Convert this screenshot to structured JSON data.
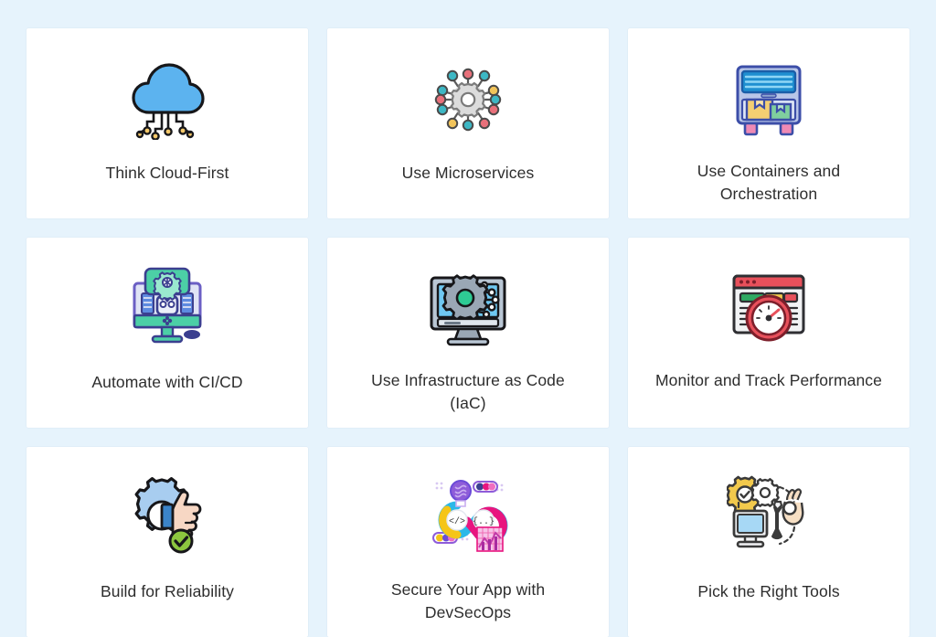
{
  "page": {
    "background_color": "#e6f3fc",
    "card_background_color": "#ffffff",
    "text_color": "#2d2d2d",
    "columns": 3,
    "rows": 3
  },
  "cards": [
    {
      "id": "think-cloud-first",
      "label": "Think Cloud-First",
      "icon": "cloud-network-icon",
      "icon_colors": [
        "#5cb3ef",
        "#1b1b1b",
        "#f5c96b"
      ]
    },
    {
      "id": "use-microservices",
      "label": "Use Microservices",
      "icon": "microservices-gear-nodes-icon",
      "icon_colors": [
        "#dcdcdc",
        "#3db7c4",
        "#e8707a",
        "#f2c45a",
        "#5b5b5b"
      ]
    },
    {
      "id": "use-containers-and-orchestration",
      "label": "Use Containers and Orchestration",
      "icon": "shipping-container-boxes-icon",
      "icon_colors": [
        "#1e8fd0",
        "#f4cf72",
        "#7fcf9e",
        "#ef8ab5",
        "#b9c6e8"
      ]
    },
    {
      "id": "automate-with-ci-cd",
      "label": "Automate with CI/CD",
      "icon": "robot-monitor-automation-icon",
      "icon_colors": [
        "#4ccfa6",
        "#6b5fc4",
        "#dfe3f5",
        "#3b3f8f"
      ]
    },
    {
      "id": "use-infrastructure-as-code",
      "label": "Use Infrastructure as Code (IaC)",
      "icon": "monitor-gear-circuit-icon",
      "icon_colors": [
        "#6fc8f2",
        "#9aa7b5",
        "#2ecb94",
        "#1b1b1b"
      ]
    },
    {
      "id": "monitor-and-track-performance",
      "label": "Monitor and Track Performance",
      "icon": "dashboard-gauge-icon",
      "icon_colors": [
        "#e8505b",
        "#2faa63",
        "#f2c94c",
        "#7d1f2b",
        "#e9ecef"
      ]
    },
    {
      "id": "build-for-reliability",
      "label": "Build for Reliability",
      "icon": "gear-thumbs-up-check-icon",
      "icon_colors": [
        "#a8cdf0",
        "#f7d7c4",
        "#8cc63f",
        "#3b84c9"
      ]
    },
    {
      "id": "secure-your-app-with-devsecops",
      "label": "Secure Your App with DevSecOps",
      "icon": "devsecops-infinity-loop-icon",
      "icon_colors": [
        "#e8157f",
        "#2bb8e8",
        "#f5c518",
        "#8e5cd9",
        "#f06ec0"
      ]
    },
    {
      "id": "pick-the-right-tools",
      "label": "Pick the Right Tools",
      "icon": "gears-wrench-monitor-hand-icon",
      "icon_colors": [
        "#f2c94c",
        "#a7d8f5",
        "#3a3a3a",
        "#f6dfc4"
      ]
    }
  ]
}
